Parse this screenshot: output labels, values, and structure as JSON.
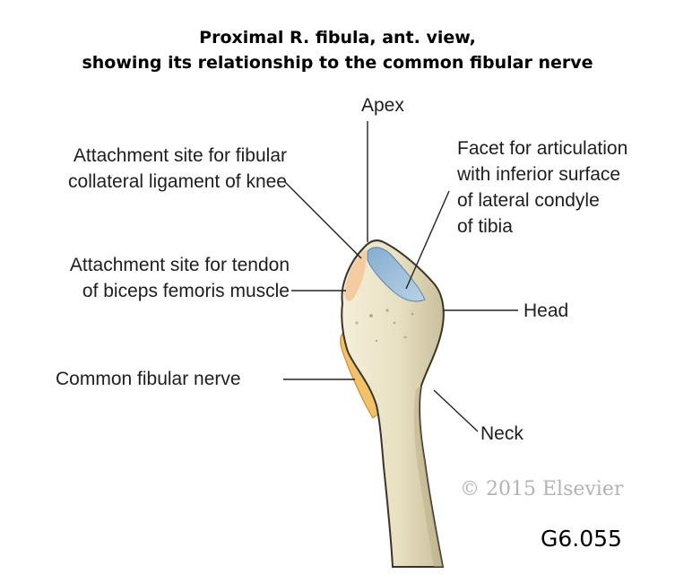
{
  "title": {
    "line1": "Proximal R. fibula, ant. view,",
    "line2": "showing its relationship to the common fibular nerve"
  },
  "labels": {
    "apex": "Apex",
    "fibular_collateral": {
      "line1": "Attachment site for fibular",
      "line2": "collateral ligament of knee"
    },
    "facet": {
      "line1": "Facet for articulation",
      "line2": "with inferior surface",
      "line3": "of lateral condyle",
      "line4": "of tibia"
    },
    "biceps_femoris": {
      "line1": "Attachment site for tendon",
      "line2": "of biceps femoris muscle"
    },
    "head": "Head",
    "common_fibular_nerve": "Common fibular nerve",
    "neck": "Neck"
  },
  "copyright": "© 2015 Elsevier",
  "figure_id": "G6.055",
  "colors": {
    "bone": "#e9e2c6",
    "bone_outline": "#3a3528",
    "facet": "#9fbfd8",
    "attachment": "#f3c99b",
    "nerve": "#f2c16a",
    "leader_line": "#222222"
  }
}
